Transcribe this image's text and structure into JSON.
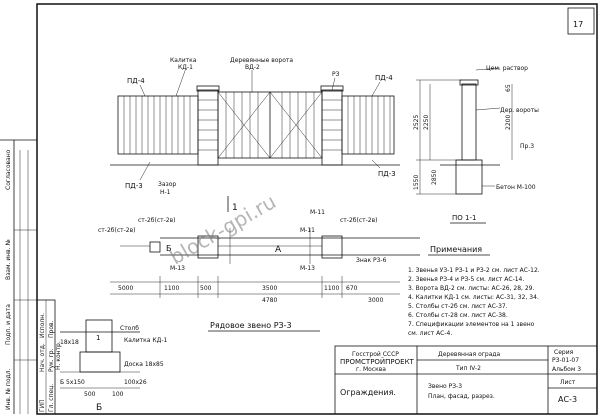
{
  "sheet_number": "17",
  "watermark": "block-gpi.ru",
  "margin_stamps": [
    "Инв. № подл.",
    "Подп. и дата",
    "Взам. инв. №",
    "Согласовано"
  ],
  "facade": {
    "labels": {
      "pd4_left": "ПД-4",
      "pd3_left": "ПД-3",
      "gate_small": "Калитка",
      "gate_small_code": "КД-1",
      "gate_wood": "Деревянные ворота",
      "gate_wood_code": "ВД-2",
      "p3": "РЗ",
      "pd4_right": "ПД-4",
      "pd3_right": "ПД-3",
      "plan_mark": "Зазор",
      "plan_mark2": "Н-1",
      "n_a": "1"
    }
  },
  "section": {
    "top": "Цем. раствор",
    "post": "Дер. вороты",
    "dim1": "2525",
    "dim2": "2250",
    "dim3": "1550",
    "dim_base": "65",
    "dim_h": "2200",
    "dim_h2": "2850",
    "mark_pr": "Пр.3",
    "concrete": "Бетон М-100",
    "section_label": "ПО 1-1"
  },
  "plan": {
    "labels": {
      "st1": "ст-2б(ст-2в)",
      "st2": "ст-2б(ст-2в)",
      "st3": "ст-2б(ст-2в)",
      "m11a": "М-11",
      "m11b": "М-11",
      "m13a": "М-13",
      "m13b": "М-13",
      "b": "Б",
      "a": "А",
      "dim_left": "5000",
      "dim_mid": "3500",
      "dim_l1": "1100",
      "dim_l2": "500",
      "dim_r1": "1100",
      "dim_r2": "670",
      "dim_total": "4780",
      "dim_right": "3000",
      "right_note": "Знак Р3-6",
      "title": "Рядовое звено РЗ-3"
    }
  },
  "detail": {
    "labels": {
      "n1": "1",
      "kalitka": "Калитка КД-1",
      "pole": "Столб",
      "dim1": "Доска 18х85",
      "dim2": "100х26",
      "dim3": "Б 5х150",
      "dim4": "18х18",
      "dim5": "500",
      "dim6": "100",
      "section": "Б"
    }
  },
  "notes": {
    "title": "Примечания",
    "items": [
      "1. Звенья УЗ-1  РЗ-1 и РЗ-2 см. лист АС-12.",
      "2. Звенья РЗ-4 и РЗ-5 см. лист АС-14.",
      "3. Ворота  ВД-2 см. листы: АС-26, 28, 29.",
      "4. Калитки КД-1 см. листы: АС-31, 32, 34.",
      "5. Столбы  ст-2б см. лист АС-37.",
      "6. Столбы  ст-28 см. лист АС-38.",
      "7. Спецификации элементов на 1 звено",
      "   см. лист АС-4."
    ]
  },
  "title_block": {
    "org1": "Госстрой СССР",
    "org2": "ПРОМСТРОЙПРОЕКТ",
    "org3": "г. Москва",
    "project": "Деревянная  ограда",
    "type": "Тип  IV-2",
    "sheet_title1": "Звено    РЗ-3",
    "sheet_title2": "План,  фасад,  разрез.",
    "drawing_name": "Ограждения.",
    "series_label": "Серия",
    "series": "РЗ-01-07",
    "album": "Альбом 3",
    "list_label": "Лист",
    "list": "АС-3"
  },
  "side_table": {
    "rows": [
      "ГИП",
      "Гл. спец.",
      "Нач. отд.",
      "Рук. гр.",
      "Исполн.",
      "Пров.",
      "Н. контр."
    ]
  }
}
